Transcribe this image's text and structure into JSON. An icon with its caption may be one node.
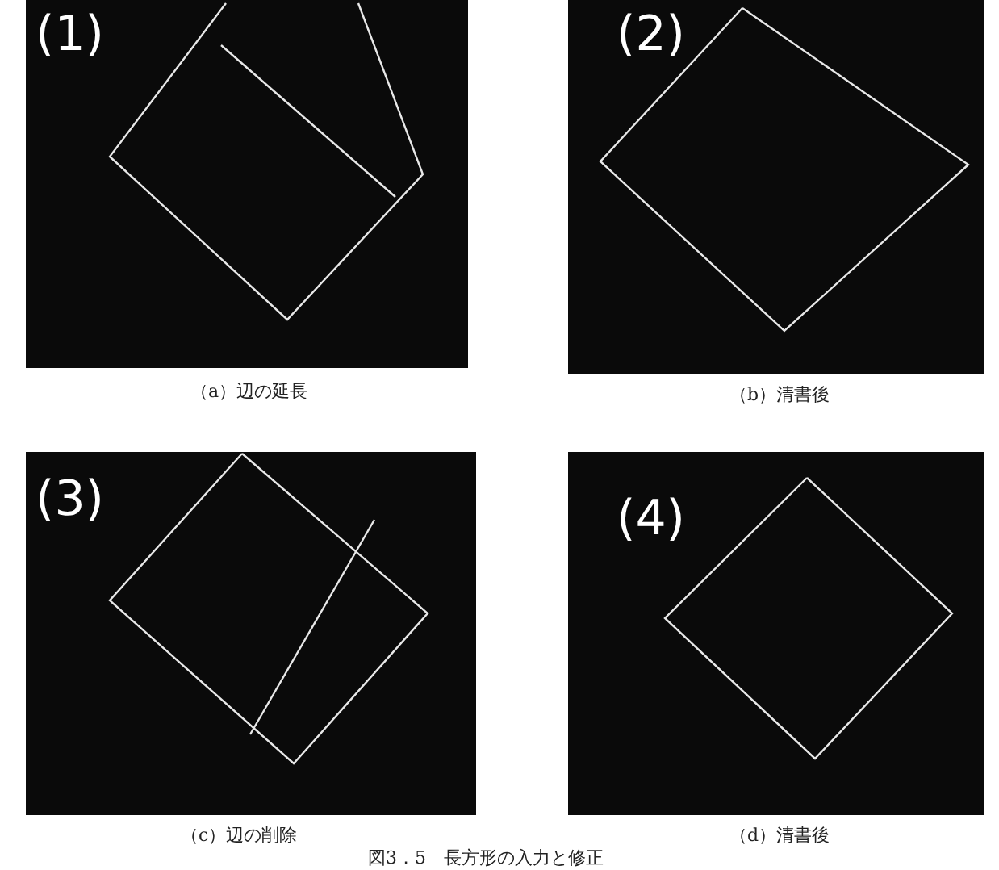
{
  "diagram": {
    "caption": "図3．5　長方形の入力と修正",
    "labels": [
      "(1)",
      "(2)",
      "（a）辺の延長",
      "（b）清書後",
      "(3)",
      "(4)",
      "（c）辺の削除",
      "（d）清書後"
    ]
  }
}
